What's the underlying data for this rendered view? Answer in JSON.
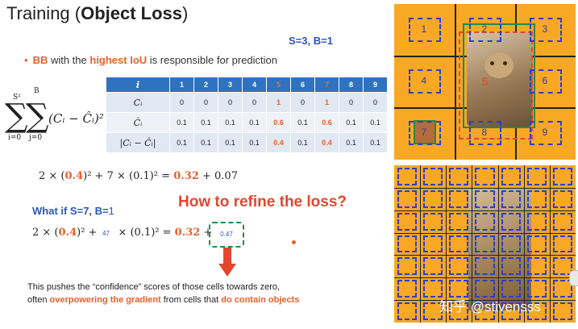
{
  "title": {
    "plain": "Training (",
    "bold": "Object Loss",
    "close": ")"
  },
  "params": "S=3, B=1",
  "bullet": {
    "bb": "BB",
    "pre": " with the ",
    "highlight": "highest IoU",
    "post": " is responsible for prediction"
  },
  "sum_formula": {
    "upper_s": "S²",
    "upper_b": "B",
    "lower_i": "i=0",
    "lower_j": "j=0",
    "body": "(Cᵢ − Ĉᵢ)²"
  },
  "table": {
    "head_label": "i",
    "indices": [
      "1",
      "2",
      "3",
      "4",
      "5",
      "6",
      "7",
      "8",
      "9"
    ],
    "highlight_cols": [
      4,
      6
    ],
    "rows": [
      {
        "label": "Cᵢ",
        "values": [
          "0",
          "0",
          "0",
          "0",
          "1",
          "0",
          "1",
          "0",
          "0"
        ]
      },
      {
        "label": "Ĉᵢ",
        "values": [
          "0.1",
          "0.1",
          "0.1",
          "0.1",
          "0.6",
          "0.1",
          "0.6",
          "0.1",
          "0.1"
        ]
      },
      {
        "label": "|Cᵢ − Ĉᵢ|",
        "values": [
          "0.1",
          "0.1",
          "0.1",
          "0.1",
          "0.4",
          "0.1",
          "0.4",
          "0.1",
          "0.1"
        ]
      }
    ]
  },
  "eq1": {
    "a": "2 × (",
    "b": "0.4",
    "c": ")² + 7 × (0.1)²",
    "d": "  = ",
    "e": "0.32",
    "f": " + 0.07"
  },
  "whatif": {
    "text": "What if S=7, B=",
    "num": "1"
  },
  "refine": "How to refine the loss?",
  "eq2": {
    "a": "2 × (",
    "b": "0.4",
    "c": ")² +",
    "d": "× (0.1)²",
    "e": "  = ",
    "f": "0.32",
    "g": " +"
  },
  "eq2_small": "47",
  "dash_value": "0.47",
  "paragraph": {
    "line1": "This pushes the “confidence” scores of those cells towards zero,",
    "l2a": "often ",
    "l2b": "overpowering the gradient",
    "l2c": " from cells that ",
    "l2d": "do contain objects"
  },
  "grid_labels": [
    "1",
    "2",
    "3",
    "4",
    "5",
    "6",
    "7",
    "8",
    "9"
  ],
  "watermark": "知乎 @stivensss",
  "colors": {
    "accent": "#e8612c",
    "blue": "#2b55b8",
    "grid_bg": "#f9a825",
    "box": "#2c3fc8",
    "green": "#1f8b4c"
  }
}
